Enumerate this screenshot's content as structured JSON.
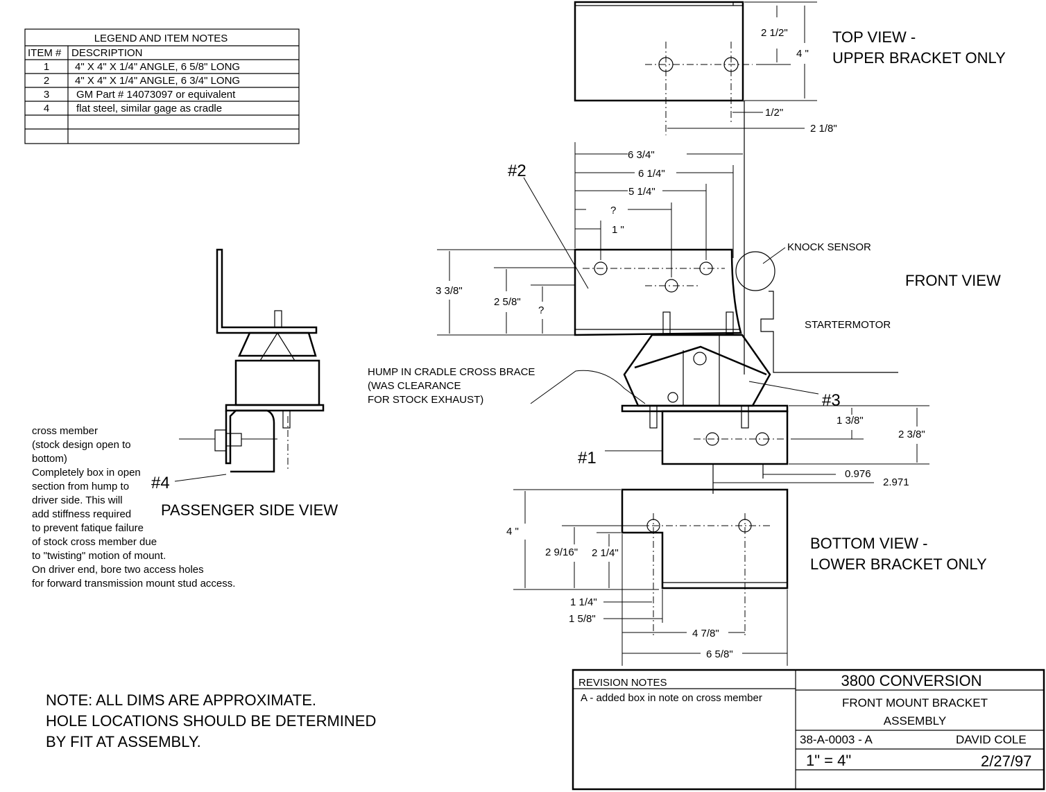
{
  "legend": {
    "title": "LEGEND AND ITEM NOTES",
    "col_item": "ITEM #",
    "col_desc": "DESCRIPTION",
    "rows": [
      {
        "item": "1",
        "desc": "4\" X 4\" X 1/4\" ANGLE, 6 5/8\" LONG"
      },
      {
        "item": "2",
        "desc": "4\" X 4\" X 1/4\" ANGLE, 6 3/4\" LONG"
      },
      {
        "item": "3",
        "desc": "GM Part # 14073097 or equivalent"
      },
      {
        "item": "4",
        "desc": "flat steel, similar gage as cradle"
      },
      {
        "item": "",
        "desc": ""
      },
      {
        "item": "",
        "desc": ""
      }
    ]
  },
  "views": {
    "top": [
      "TOP VIEW -",
      "UPPER BRACKET ONLY"
    ],
    "front": "FRONT VIEW",
    "bottom": [
      "BOTTOM VIEW -",
      "LOWER BRACKET ONLY"
    ],
    "passenger": "PASSENGER SIDE VIEW"
  },
  "dims": {
    "top_2_1_2": "2 1/2\"",
    "top_4": "4 \"",
    "top_1_2": "1/2\"",
    "top_2_1_8": "2 1/8\"",
    "d_6_3_4": "6  3/4\"",
    "d_6_1_4": "6  1/4\"",
    "d_5_1_4": "5 1/4\"",
    "d_q1": "?",
    "d_1": "1 \"",
    "d_3_3_8": "3  3/8\"",
    "d_2_5_8": "2  5/8\"",
    "d_q2": "?",
    "d_1_3_8": "1  3/8\"",
    "d_2_3_8": "2   3/8\"",
    "d_0976": "0.976",
    "d_2971": "2.971",
    "b_4": "4 \"",
    "b_2_9_16": "2  9/16\"",
    "b_2_1_4": "2  1/4\"",
    "b_1_1_4": "1 1/4\"",
    "b_1_5_8": "1 5/8\"",
    "b_4_7_8": "4  7/8\"",
    "b_6_5_8": "6  5/8\""
  },
  "callouts": {
    "item2": "#2",
    "item3": "#3",
    "item1": "#1",
    "item4": "#4",
    "knock": "KNOCK SENSOR",
    "starter": "STARTERMOTOR",
    "hump": [
      "HUMP IN CRADLE CROSS BRACE",
      "(WAS  CLEARANCE",
      "FOR STOCK EXHAUST)"
    ]
  },
  "cross_member_note": [
    "cross member",
    "(stock design open to",
    "bottom)",
    "Completely box in open",
    "section from hump to",
    "driver side.  This will",
    "add  stiffness  required",
    "to prevent fatique failure",
    "of stock cross member due",
    "to  \"twisting\"  motion  of  mount.",
    "On driver end, bore two access holes",
    "for forward transmission mount stud access."
  ],
  "general_note": [
    "NOTE: ALL DIMS ARE APPROXIMATE.",
    "HOLE LOCATIONS SHOULD BE DETERMINED",
    "BY FIT AT ASSEMBLY."
  ],
  "title_block": {
    "revision_header": "REVISION  NOTES",
    "revision_text": "A - added box in note on cross member",
    "project": "3800  CONVERSION",
    "title": [
      "FRONT  MOUNT  BRACKET",
      "ASSEMBLY"
    ],
    "drawing_no": "38-A-0003 - A",
    "author": "DAVID COLE",
    "scale": "1\" = 4\"",
    "date": "2/27/97"
  }
}
